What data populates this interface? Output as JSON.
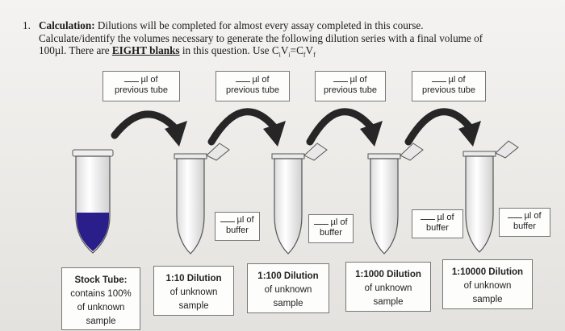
{
  "question": {
    "number": "1.",
    "bold_lead": "Calculation:",
    "line1": " Dilutions will be completed for almost every assay completed in this course.",
    "line2": "Calculate/identify the volumes necessary to generate the following dilution series with a final volume of",
    "line3_a": "100µl.  There are ",
    "line3_bold": "EIGHT blanks",
    "line3_b": " in this question. Use C",
    "line3_c": "V",
    "line3_d": "=C",
    "line3_e": "V",
    "sub_i": "i",
    "sub_f": "f"
  },
  "top_boxes": [
    {
      "unit": "µl of",
      "text": "previous tube"
    },
    {
      "unit": "µl of",
      "text": "previous tube"
    },
    {
      "unit": "µl of",
      "text": "previous tube"
    },
    {
      "unit": "µl of",
      "text": "previous tube"
    }
  ],
  "buffer_boxes": [
    {
      "unit": "µl of",
      "text": "buffer"
    },
    {
      "unit": "µl of",
      "text": "buffer"
    },
    {
      "unit": "µl of",
      "text": "buffer"
    },
    {
      "unit": "µl of",
      "text": "buffer"
    }
  ],
  "bottom_labels": [
    {
      "title": "Stock Tube:",
      "l2": "contains 100%",
      "l3": "of unknown",
      "l4": "sample"
    },
    {
      "title": "1:10 Dilution",
      "l2": "of unknown",
      "l3": "sample"
    },
    {
      "title": "1:100 Dilution",
      "l2": "of unknown",
      "l3": "sample"
    },
    {
      "title": "1:1000 Dilution",
      "l2": "of unknown",
      "l3": "sample"
    },
    {
      "title": "1:10000 Dilution",
      "l2": "of unknown",
      "l3": "sample"
    }
  ],
  "colors": {
    "stock_liquid": "#2a1f8a",
    "arrow": "#262626",
    "tube_outline": "#555555"
  }
}
